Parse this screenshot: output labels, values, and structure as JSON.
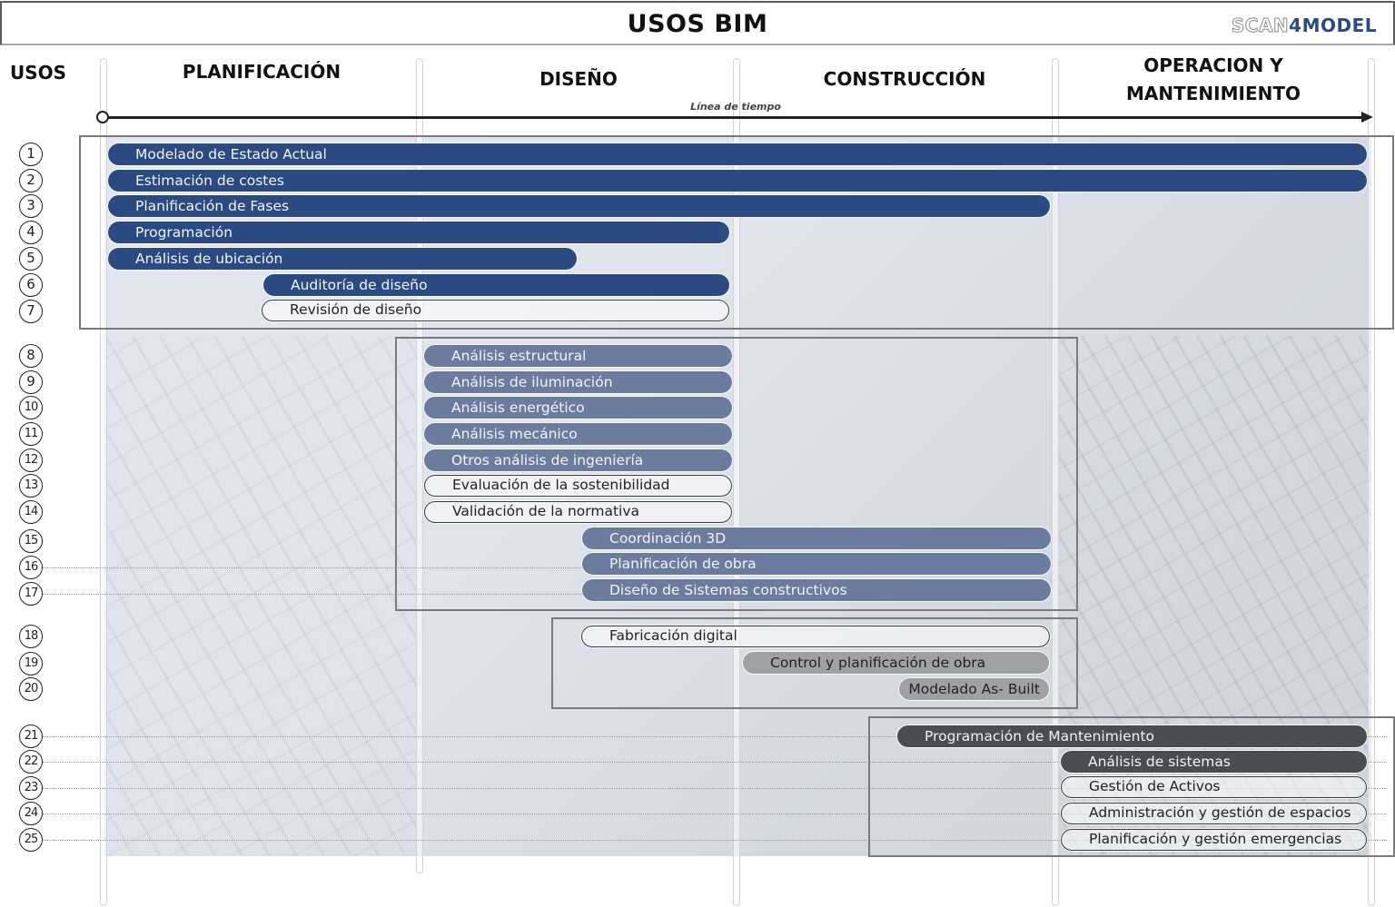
{
  "header": {
    "title": "USOS BIM",
    "logo_part1": "SCAN",
    "logo_part2": "4MODEL"
  },
  "columns": {
    "usos_label": "USOS",
    "phases": [
      {
        "label": "PLANIFICACIÓN"
      },
      {
        "label": "DISEÑO"
      },
      {
        "label": "CONSTRUCCIÓN"
      },
      {
        "label": "OPERACION Y MANTENIMIENTO"
      }
    ]
  },
  "timeline": {
    "label": "Línea de tiempo"
  },
  "colors": {
    "planning_dark_blue": "#2c4a82",
    "design_mid_blue": "#6c7c9e",
    "construction_grey": "#a0a1a6",
    "operation_charcoal": "#494b55",
    "outline": "#3a3a3a"
  },
  "uses": [
    {
      "n": "1",
      "label": "Modelado de Estado Actual",
      "style": "dark"
    },
    {
      "n": "2",
      "label": "Estimación de costes",
      "style": "dark"
    },
    {
      "n": "3",
      "label": "Planificación de Fases",
      "style": "dark"
    },
    {
      "n": "4",
      "label": "Programación",
      "style": "dark"
    },
    {
      "n": "5",
      "label": "Análisis de ubicación",
      "style": "dark"
    },
    {
      "n": "6",
      "label": "Auditoría de diseño",
      "style": "dark"
    },
    {
      "n": "7",
      "label": "Revisión de diseño",
      "style": "outline"
    },
    {
      "n": "8",
      "label": "Análisis estructural",
      "style": "mid"
    },
    {
      "n": "9",
      "label": "Análisis de iluminación",
      "style": "mid"
    },
    {
      "n": "10",
      "label": "Análisis energético",
      "style": "mid"
    },
    {
      "n": "11",
      "label": "Análisis mecánico",
      "style": "mid"
    },
    {
      "n": "12",
      "label": "Otros análisis de ingeniería",
      "style": "mid"
    },
    {
      "n": "13",
      "label": "Evaluación de la sostenibilidad",
      "style": "outline"
    },
    {
      "n": "14",
      "label": "Validación de la normativa",
      "style": "outline"
    },
    {
      "n": "15",
      "label": "Coordinación 3D",
      "style": "mid"
    },
    {
      "n": "16",
      "label": "Planificación de obra",
      "style": "mid"
    },
    {
      "n": "17",
      "label": "Diseño de Sistemas constructivos",
      "style": "mid"
    },
    {
      "n": "18",
      "label": "Fabricación digital",
      "style": "outline"
    },
    {
      "n": "19",
      "label": "Control y planificación de obra",
      "style": "grey"
    },
    {
      "n": "20",
      "label": "Modelado As- Built",
      "style": "grey"
    },
    {
      "n": "21",
      "label": "Programación de Mantenimiento",
      "style": "charcoal"
    },
    {
      "n": "22",
      "label": "Análisis de sistemas",
      "style": "charcoal"
    },
    {
      "n": "23",
      "label": "Gestión de Activos",
      "style": "outline"
    },
    {
      "n": "24",
      "label": "Administración y gestión de espacios",
      "style": "outline"
    },
    {
      "n": "25",
      "label": "Planificación y gestión emergencias",
      "style": "outline"
    }
  ]
}
